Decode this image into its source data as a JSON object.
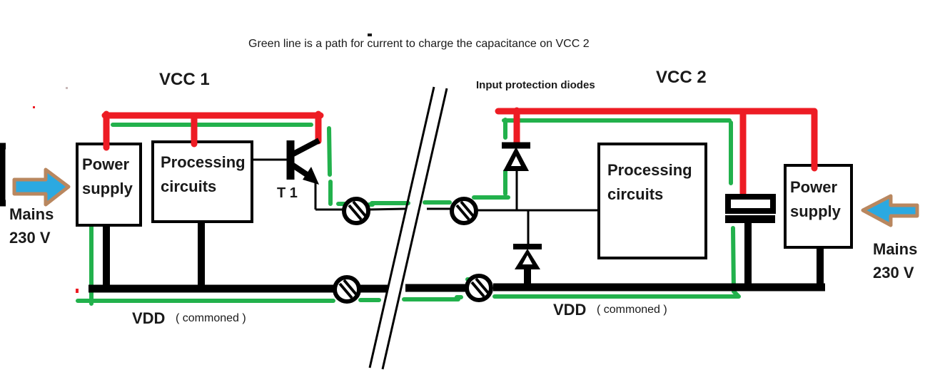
{
  "title": "Green line is a path for current to charge the capacitance on VCC 2",
  "palette": {
    "wire_red": "#ed1c24",
    "current_path_green": "#22b14c",
    "wire_black": "#000000",
    "arrow_blue_fill": "#2ba9e1",
    "arrow_tan_outline": "#b9875f",
    "text_color": "#1a1a1a"
  },
  "left_system": {
    "rail_label": "VCC 1",
    "power_supply": {
      "line1": "Power",
      "line2": "supply"
    },
    "processing": {
      "line1": "Processing",
      "line2": "circuits"
    },
    "transistor_label": "T 1",
    "mains": {
      "line1": "Mains",
      "line2": "230 V"
    },
    "vdd_label": "VDD",
    "vdd_note": "( commoned )"
  },
  "right_system": {
    "rail_label": "VCC 2",
    "diodes_label": "Input protection diodes",
    "power_supply": {
      "line1": "Power",
      "line2": "supply"
    },
    "processing": {
      "line1": "Processing",
      "line2": "circuits"
    },
    "mains": {
      "line1": "Mains",
      "line2": "230 V"
    },
    "vdd_label": "VDD",
    "vdd_note": "( commoned )"
  }
}
